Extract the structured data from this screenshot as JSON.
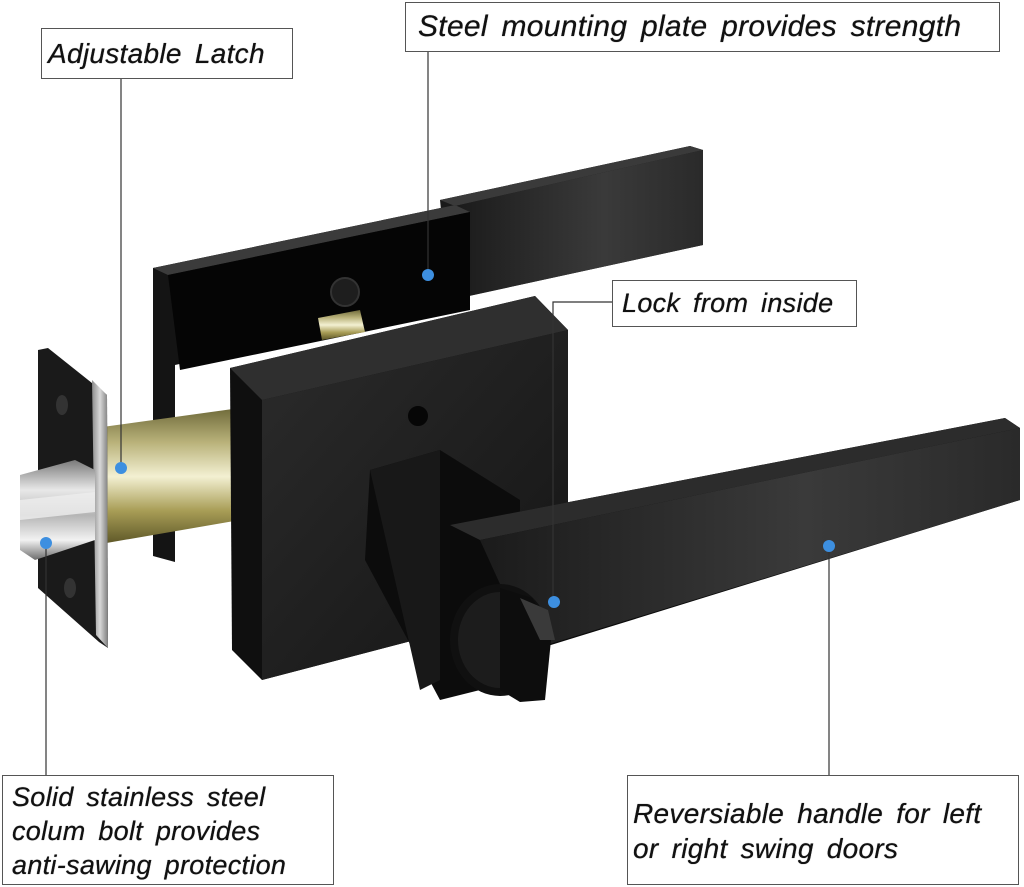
{
  "figure": {
    "subject": "Black square door lever lockset with privacy lock",
    "background_color": "#ffffff",
    "marker_color": "#3d8fe0",
    "leader_line_color": "#333333",
    "box_border_color": "#555555"
  },
  "callouts": {
    "latch": {
      "label": "Adjustable Latch"
    },
    "plate": {
      "label": "Steel mounting plate provides strength"
    },
    "lock": {
      "label": "Lock from inside"
    },
    "bolt": {
      "lines": [
        "Solid stainless steel",
        "colum bolt provides",
        "anti-sawing protection"
      ]
    },
    "handle": {
      "lines": [
        "Reversiable handle for left",
        "or right swing doors"
      ]
    }
  }
}
